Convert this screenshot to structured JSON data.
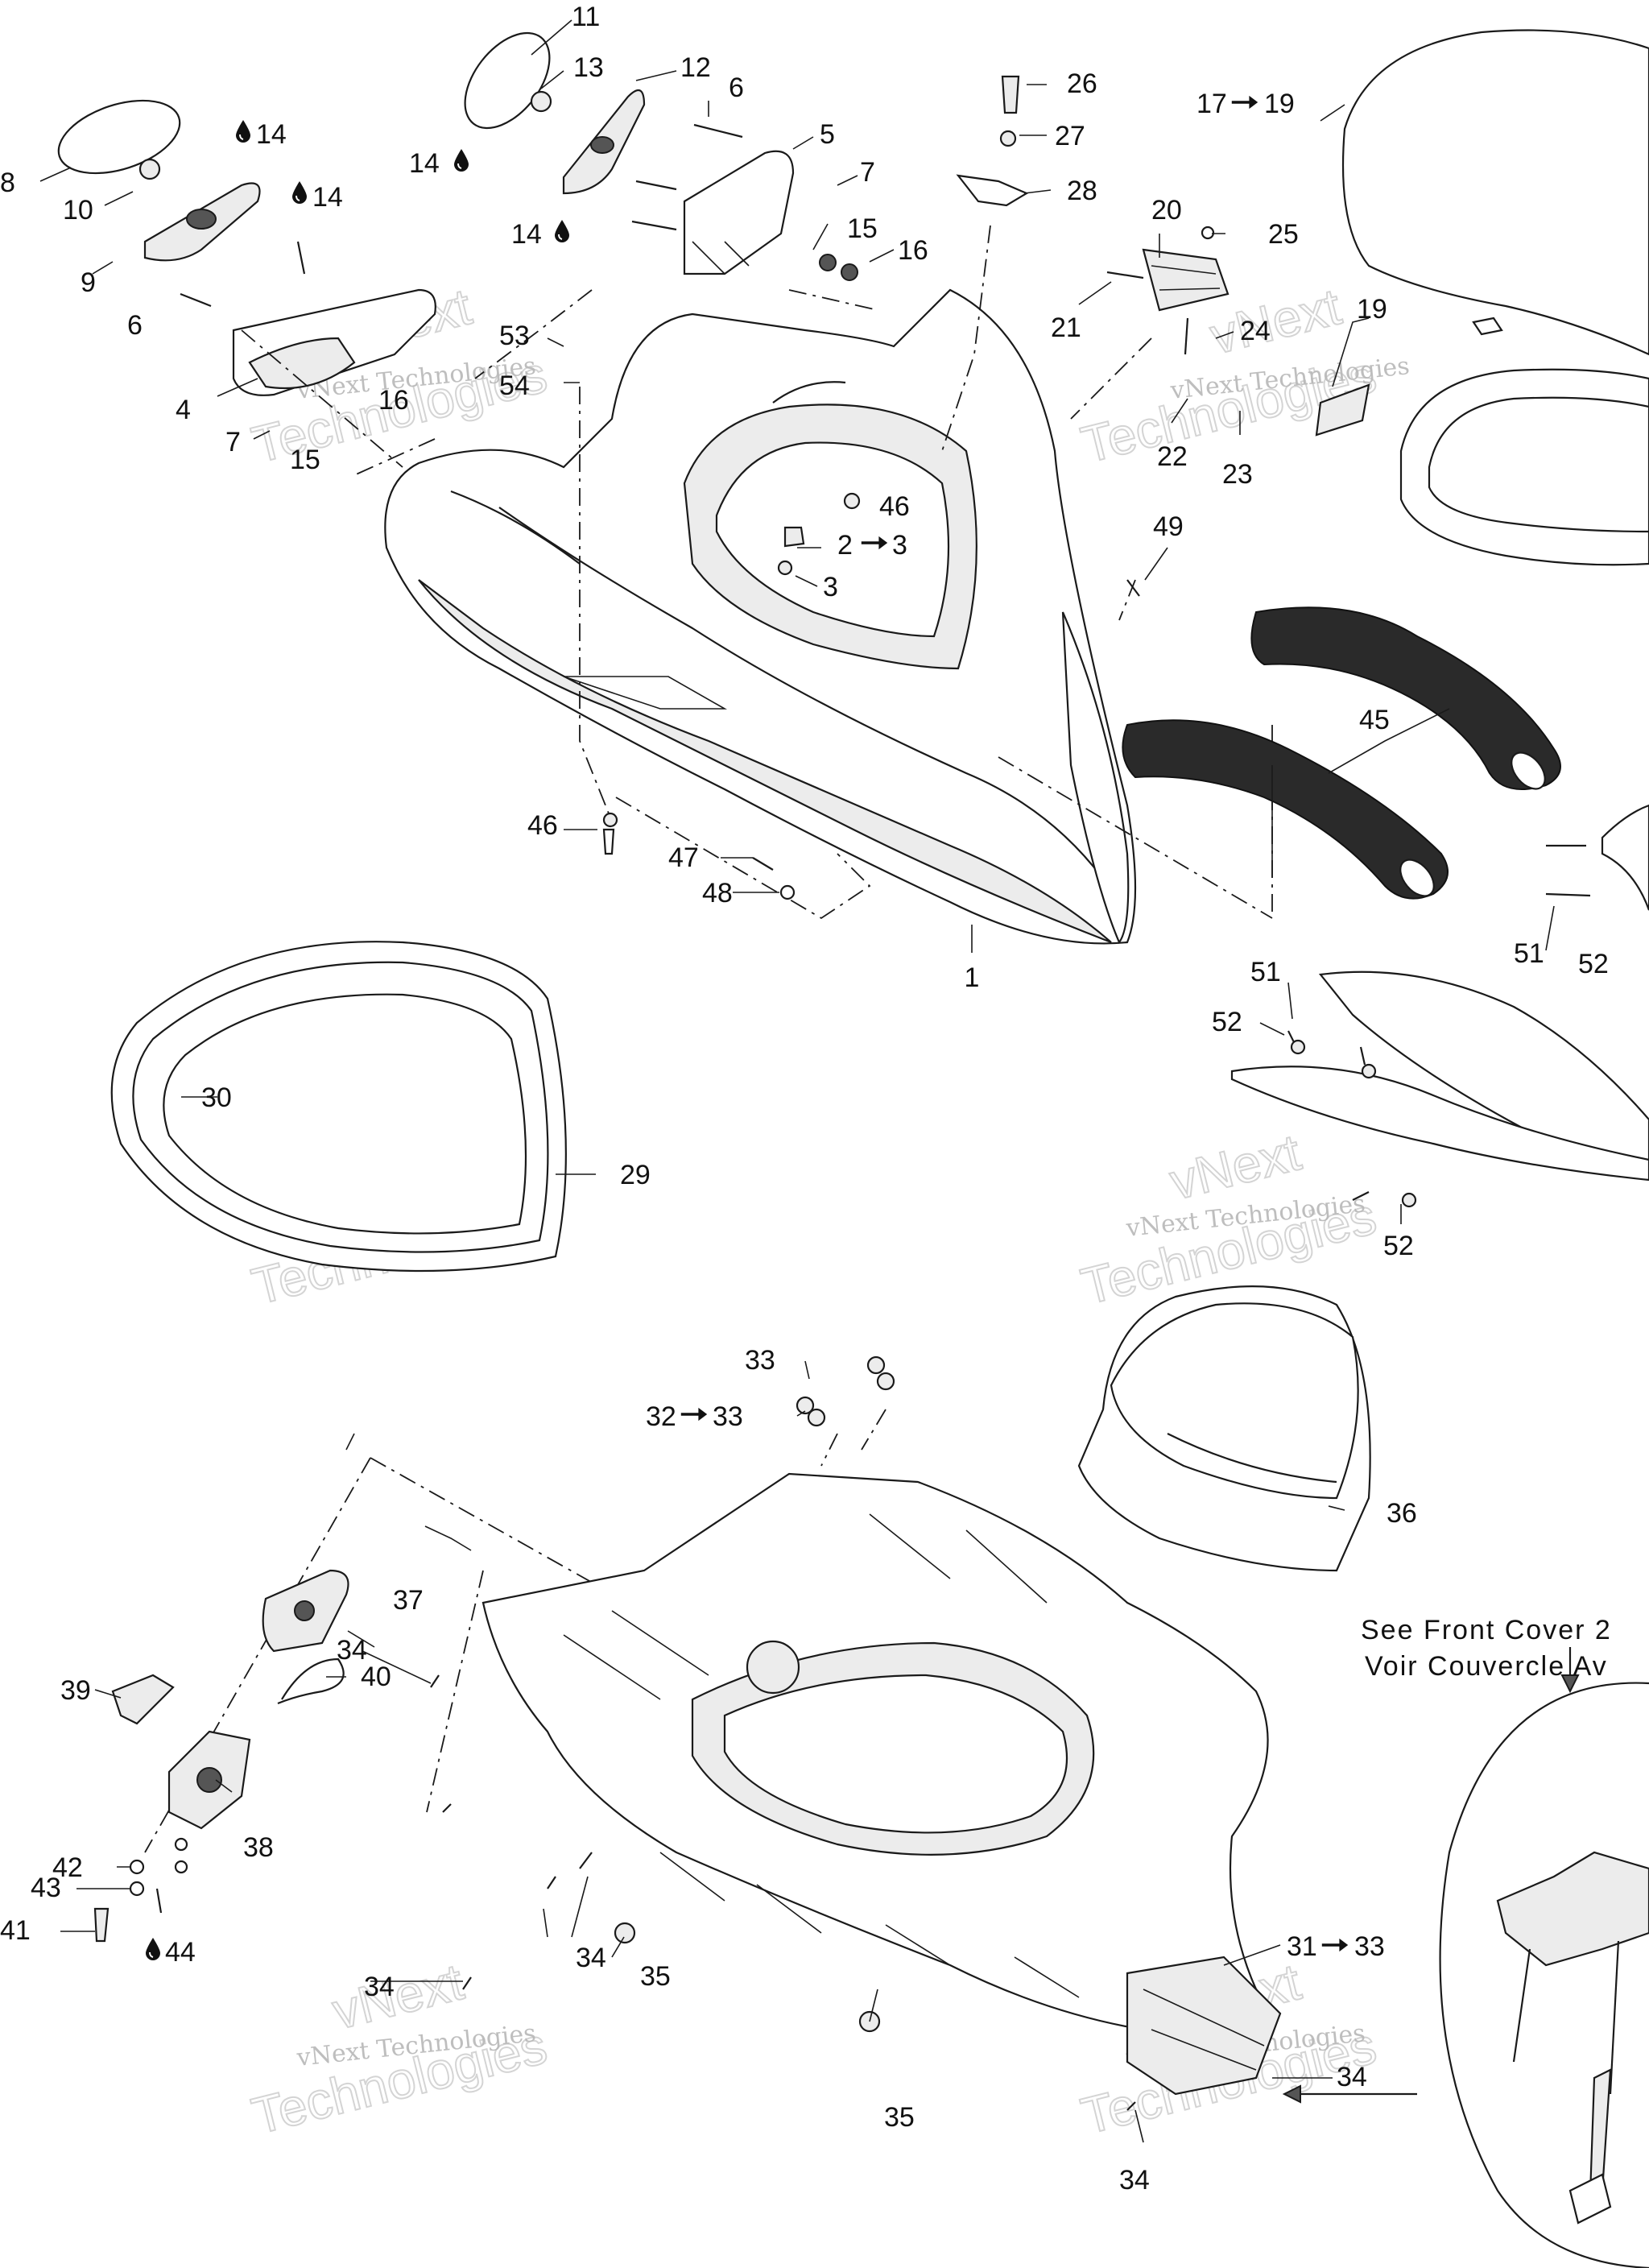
{
  "callouts": {
    "c1": "1",
    "c2": "2",
    "c2to3": "3",
    "c3": "3",
    "c4": "4",
    "c5": "5",
    "c6a": "6",
    "c6b": "6",
    "c7a": "7",
    "c7b": "7",
    "c8": "8",
    "c9": "9",
    "c10": "10",
    "c11": "11",
    "c12": "12",
    "c13": "13",
    "c14a": "14",
    "c14b": "14",
    "c14c": "14",
    "c14d": "14",
    "c15a": "15",
    "c15b": "15",
    "c16a": "16",
    "c16b": "16",
    "c17": "17",
    "c17to19": "19",
    "c19": "19",
    "c20": "20",
    "c21": "21",
    "c22": "22",
    "c23": "23",
    "c24": "24",
    "c25": "25",
    "c26": "26",
    "c27": "27",
    "c28": "28",
    "c29": "29",
    "c30": "30",
    "c31": "31",
    "c31to33": "33",
    "c32": "32",
    "c32to33": "33",
    "c33": "33",
    "c34a": "34",
    "c34b": "34",
    "c34c": "34",
    "c34d": "34",
    "c34e": "34",
    "c35a": "35",
    "c35b": "35",
    "c36": "36",
    "c37": "37",
    "c38": "38",
    "c39": "39",
    "c40": "40",
    "c41": "41",
    "c42": "42",
    "c43": "43",
    "c44": "44",
    "c45": "45",
    "c46a": "46",
    "c46b": "46",
    "c47": "47",
    "c48": "48",
    "c49": "49",
    "c51a": "51",
    "c51b": "51",
    "c52a": "52",
    "c52b": "52",
    "c52c": "52",
    "c53": "53",
    "c54": "54"
  },
  "notes": {
    "see_front_cover_en": "See Front Cover 2",
    "see_front_cover_fr": "Voir Couvercle Av"
  },
  "watermark": {
    "company": "vNext Technologies",
    "large": "Technologies",
    "small": "vNext"
  },
  "symbols": {
    "drop_icon": "oil-drop-icon",
    "arrow_icon": "right-arrow-icon"
  }
}
